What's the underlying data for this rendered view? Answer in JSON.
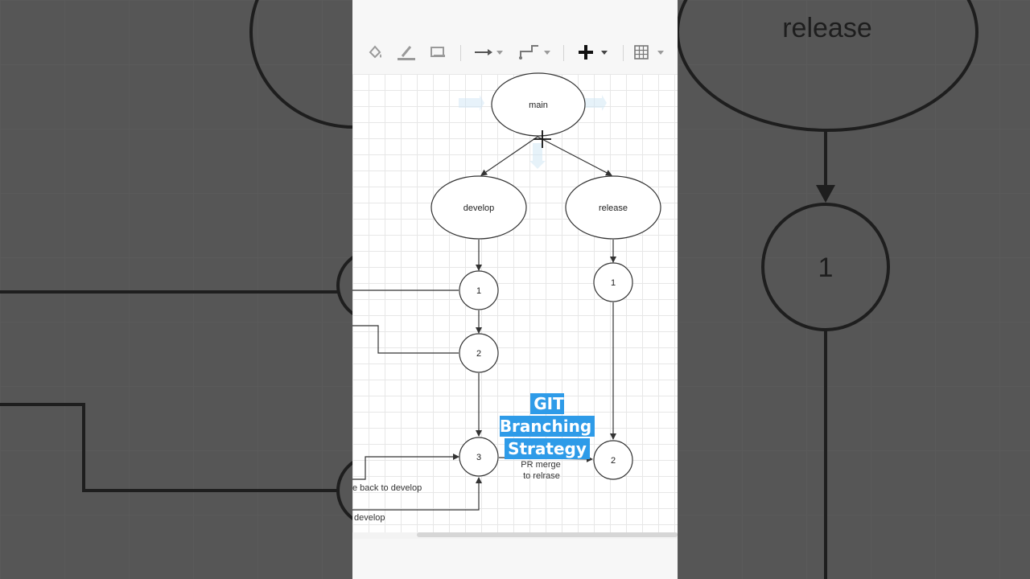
{
  "toolbar": {
    "icons": [
      "fill-color-icon",
      "line-color-icon",
      "shadow-icon",
      "connection-icon",
      "waypoints-icon",
      "insert-icon",
      "table-icon"
    ]
  },
  "diagram": {
    "nodes": {
      "main": "main",
      "develop": "develop",
      "release": "release",
      "dev1": "1",
      "dev2": "2",
      "dev3": "3",
      "rel1": "1",
      "rel2": "2"
    },
    "edge_labels": {
      "pr_merge_line1": "PR merge",
      "pr_merge_line2": "to relrase",
      "back_to_develop": "e back to develop",
      "develop_partial": "develop"
    }
  },
  "caption": {
    "line1": "GIT Branching",
    "line2": "Strategy"
  },
  "background": {
    "release_label": "release",
    "node_label": "1"
  }
}
